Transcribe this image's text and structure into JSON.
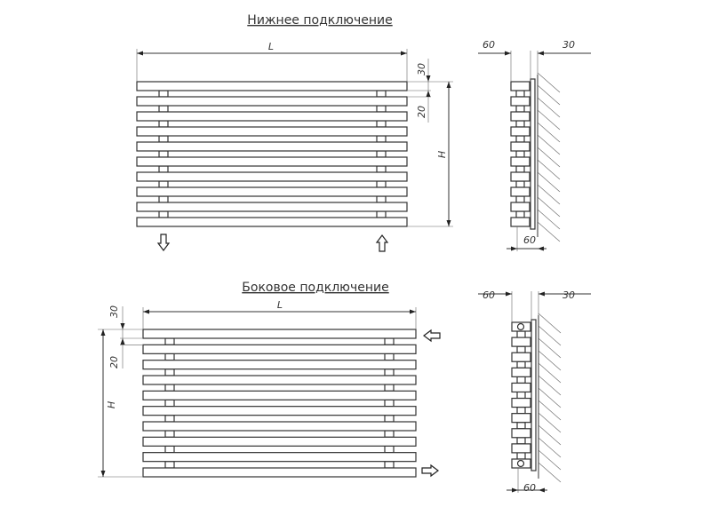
{
  "titles": {
    "bottom_connection": "Нижнее подключение",
    "side_connection": "Боковое подключение"
  },
  "dims": {
    "length": "L",
    "height": "H",
    "top_offset": "30",
    "bar_gap": "20",
    "depth": "60",
    "wall_gap": "30",
    "bracket_depth": "60"
  },
  "radiator": {
    "bar_count": 10
  },
  "colors": {
    "line": "#333333",
    "background": "#ffffff"
  }
}
